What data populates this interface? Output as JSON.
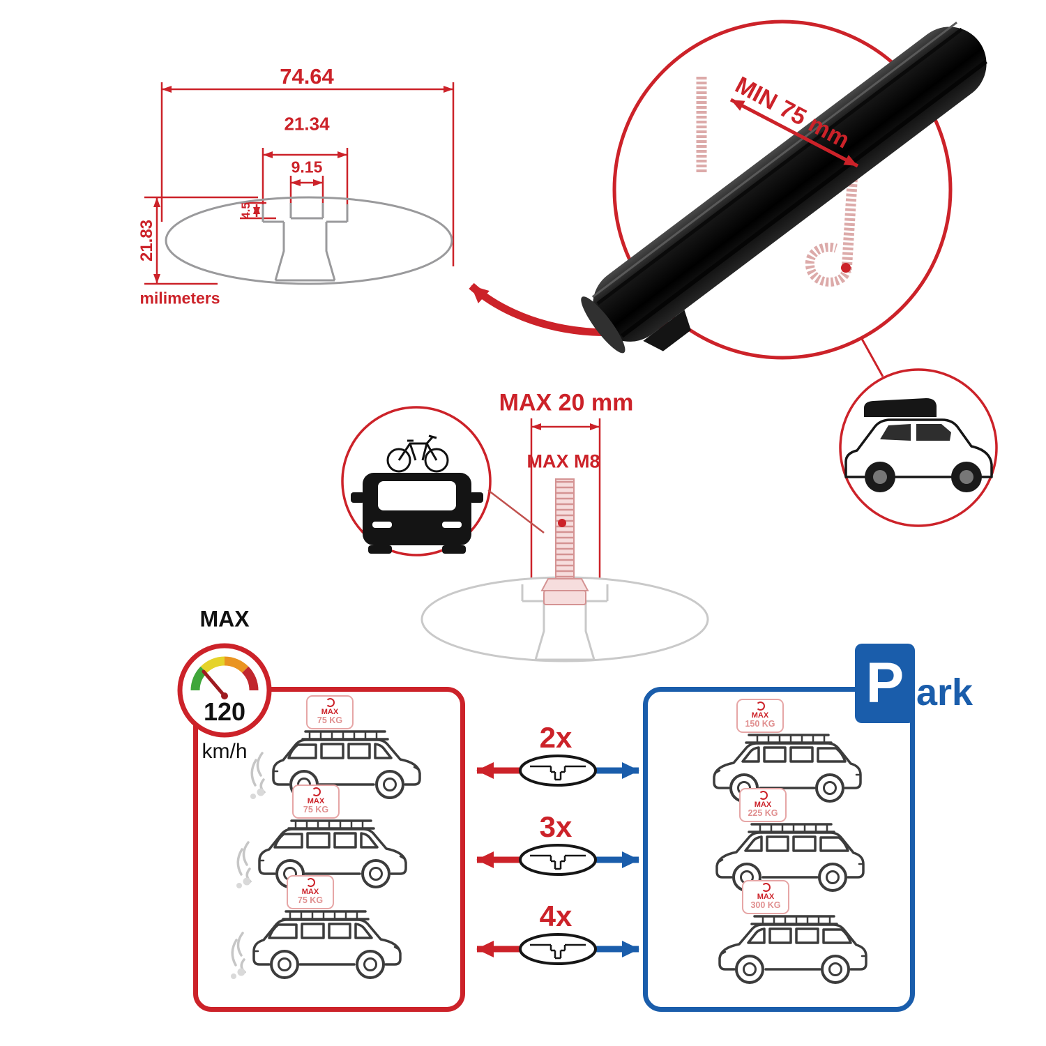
{
  "colors": {
    "red": "#cc2229",
    "blue": "#1a5dab",
    "pink": "#e6a6a6",
    "profile_gray": "#9a9a9c",
    "light_gray": "#c9c9c9",
    "black": "#111111"
  },
  "profile_dimensions": {
    "total_width": "74.64",
    "channel_outer_width": "21.34",
    "channel_opening": "9.15",
    "channel_depth": "4.5",
    "total_height": "21.83",
    "unit_label": "milimeters"
  },
  "bar_inset": {
    "min_length_label": "MIN 75 mm"
  },
  "bolt_diagram": {
    "max_width_label": "MAX 20 mm",
    "max_thread_label": "MAX M8"
  },
  "speedometer": {
    "title": "MAX",
    "value": "120",
    "unit": "km/h"
  },
  "parking_sign": {
    "letter": "P",
    "suffix": "ark"
  },
  "driving_panel": {
    "cars": [
      {
        "badge_title": "MAX",
        "badge_weight": "75 KG"
      },
      {
        "badge_title": "MAX",
        "badge_weight": "75 KG"
      },
      {
        "badge_title": "MAX",
        "badge_weight": "75 KG"
      }
    ]
  },
  "parked_panel": {
    "cars": [
      {
        "badge_title": "MAX",
        "badge_weight": "150 KG"
      },
      {
        "badge_title": "MAX",
        "badge_weight": "225 KG"
      },
      {
        "badge_title": "MAX",
        "badge_weight": "300 KG"
      }
    ]
  },
  "crossbar_counts": [
    {
      "label": "2x"
    },
    {
      "label": "3x"
    },
    {
      "label": "4x"
    }
  ]
}
